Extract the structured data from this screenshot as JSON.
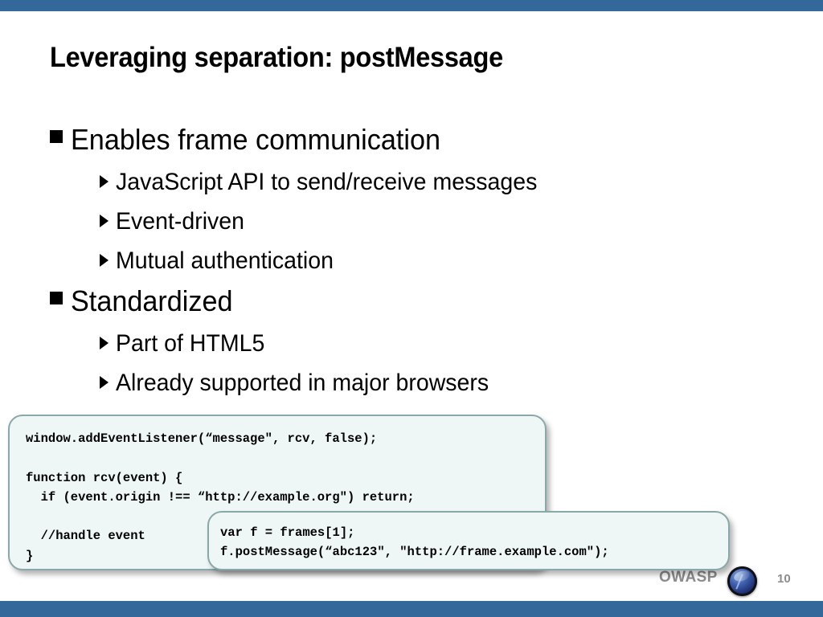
{
  "slide": {
    "title": "Leveraging separation: postMessage",
    "accent_color": "#34679a",
    "code_bg_color": "#eef7f6",
    "code_border_color": "#8aa8a8"
  },
  "bullets": [
    {
      "level": 1,
      "text": "Enables frame communication",
      "children": [
        {
          "level": 2,
          "text": "JavaScript API to send/receive messages"
        },
        {
          "level": 2,
          "text": "Event-driven"
        },
        {
          "level": 2,
          "text": "Mutual authentication"
        }
      ]
    },
    {
      "level": 1,
      "text": "Standardized",
      "children": [
        {
          "level": 2,
          "text": "Part of HTML5"
        },
        {
          "level": 2,
          "text": "Already supported in major browsers"
        }
      ]
    }
  ],
  "code_callouts": [
    {
      "id": "receiver",
      "code": "window.addEventListener(“message\", rcv, false);\n\nfunction rcv(event) {\n  if (event.origin !== “http://example.org\") return;\n\n  //handle event\n}"
    },
    {
      "id": "sender",
      "code": "var f = frames[1];\nf.postMessage(“abc123\", \"http://frame.example.com\");"
    }
  ],
  "footer": {
    "organization": "OWASP",
    "page_number": "10",
    "text_color": "#8c8c8c"
  }
}
